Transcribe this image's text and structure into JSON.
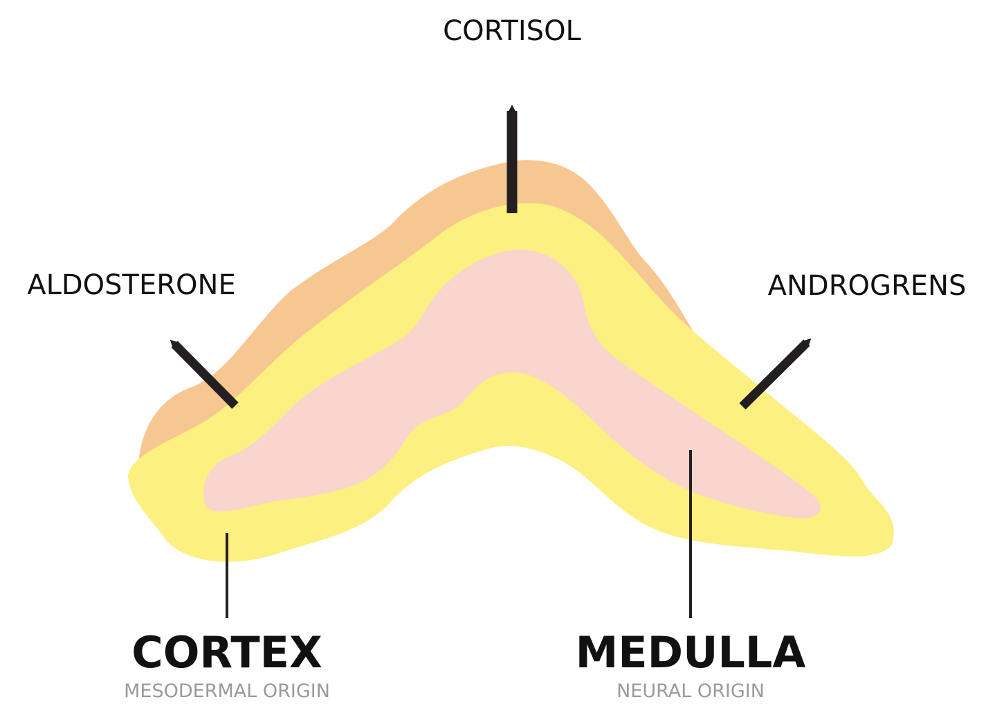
{
  "colors": {
    "outer_layer": "#f7c792",
    "middle_layer": "#fcf080",
    "inner_core": "#f9d5cd",
    "arrows_and_lines": "#231f20",
    "subtitle_text": "#9a9a9a"
  },
  "hormones": {
    "cortisol": "CORTISOL",
    "aldosterone": "ALDOSTERONE",
    "androgens": "ANDROGRENS"
  },
  "regions": {
    "cortex": {
      "title": "CORTEX",
      "subtitle": "MESODERMAL ORIGIN"
    },
    "medulla": {
      "title": "MEDULLA",
      "subtitle": "NEURAL ORIGIN"
    }
  }
}
